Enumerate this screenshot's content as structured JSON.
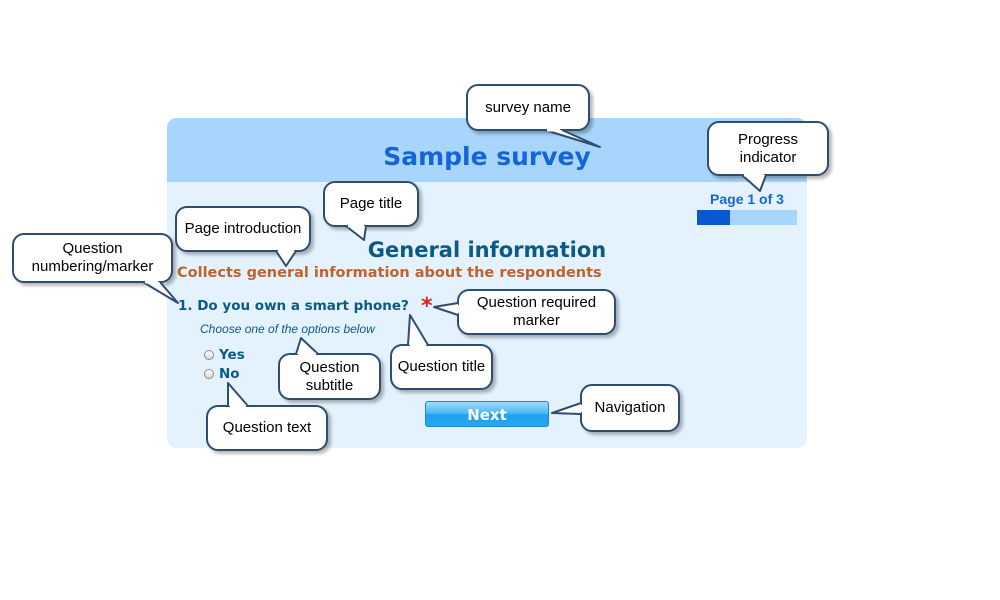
{
  "survey": {
    "name": "Sample survey",
    "progress": {
      "label": "Page 1 of 3",
      "fraction": 0.33
    },
    "page_title": "General information",
    "page_intro": "Collects general information about the respondents",
    "question": {
      "title": "1. Do you own a smart phone?",
      "required_marker": "*",
      "subtitle": "Choose one of the options below",
      "options": [
        {
          "label": "Yes",
          "selected": false
        },
        {
          "label": "No",
          "selected": false
        }
      ]
    },
    "navigation": {
      "next_label": "Next"
    }
  },
  "callouts": {
    "survey_name": "survey name",
    "progress_indicator": "Progress indicator",
    "page_title": "Page title",
    "page_introduction": "Page introduction",
    "question_numbering": "Question numbering/marker",
    "question_required_marker": "Question required marker",
    "question_subtitle": "Question subtitle",
    "question_title": "Question title",
    "question_text": "Question text",
    "navigation": "Navigation"
  },
  "colors": {
    "header_bg": "#a8d5fb",
    "panel_bg": "#e3f2fd",
    "survey_name": "#1565d8",
    "title_text": "#0b5a85",
    "intro_text": "#c0622d",
    "required": "#e0201b",
    "button": "#28a8ee",
    "callout_border": "#2f4d6e"
  }
}
